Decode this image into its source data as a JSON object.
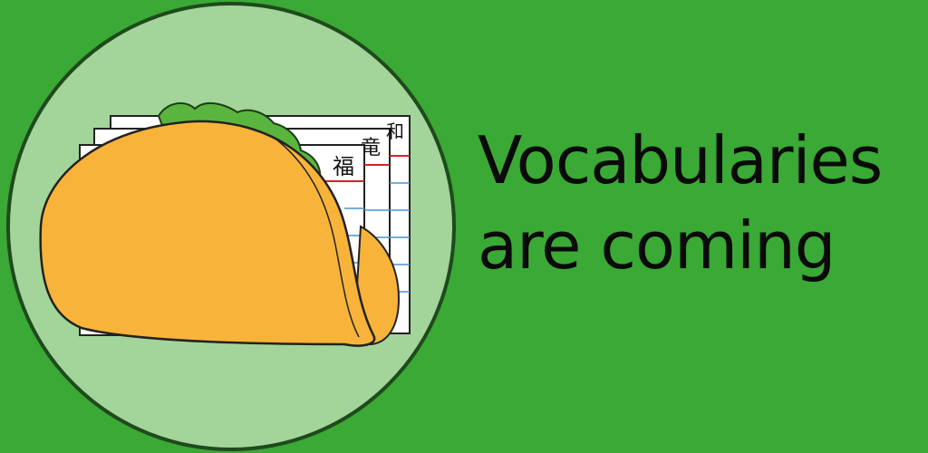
{
  "banner": {
    "headline_line1": "Vocabularies",
    "headline_line2": "are coming",
    "card_characters": [
      "福",
      "竜",
      "和"
    ]
  },
  "colors": {
    "background": "#3aa935",
    "circle_fill": "#a3d59a",
    "shell": "#f8b33a",
    "lettuce": "#5ab53f",
    "card_red_line": "#d0252a",
    "card_blue_line": "#4a90d9"
  },
  "icons": [
    "taco-icon",
    "flashcard-icon"
  ]
}
